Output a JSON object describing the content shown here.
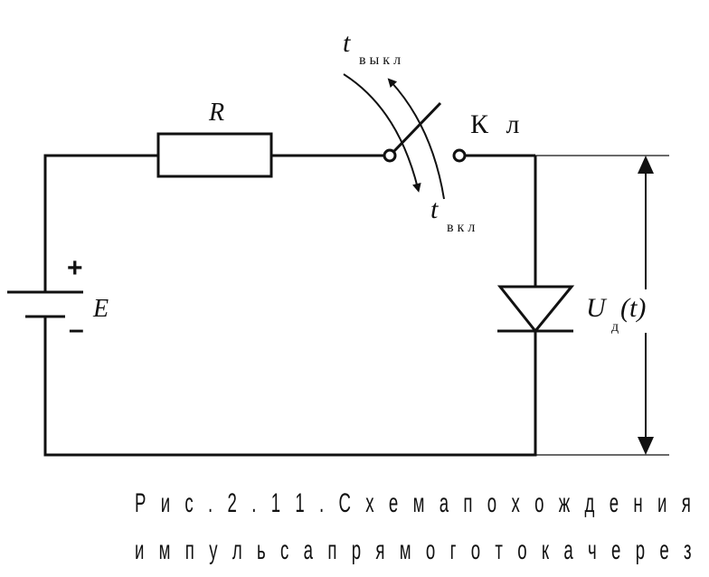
{
  "labels": {
    "resistor": "R",
    "switch": "К л",
    "t_off": "t",
    "t_off_sub": "в ы к л",
    "t_on": "t",
    "t_on_sub": "в к л",
    "emf": "E",
    "plus": "+",
    "minus": "–",
    "voltage_U": "U",
    "voltage_sub": "д",
    "voltage_arg": "(t)"
  },
  "caption": {
    "line1": "Р и с . 2 . 1 1 . С х е м а   п о х о ж д е н и я",
    "line2": "и м п у л ь с а   п р я м о г о   т о к а   ч е р е з"
  },
  "colors": {
    "stroke": "#111111",
    "background": "#ffffff"
  }
}
